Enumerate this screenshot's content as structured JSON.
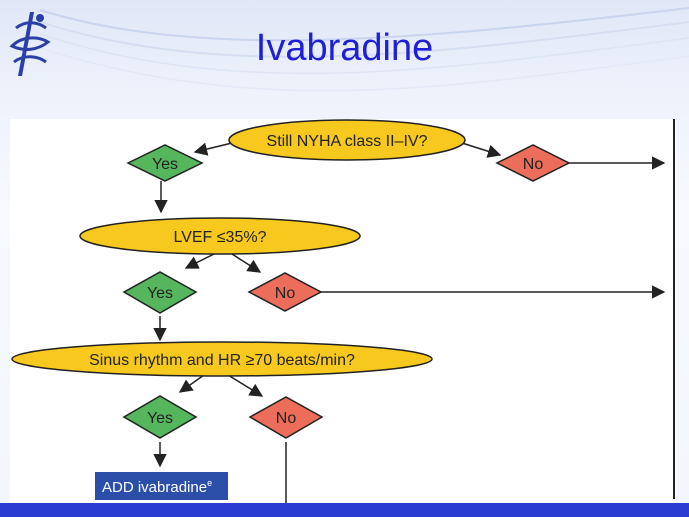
{
  "slide": {
    "title": "Ivabradine"
  },
  "flowchart": {
    "q1": "Still NYHA class II–IV?",
    "q1_yes": "Yes",
    "q1_no": "No",
    "q2": "LVEF ≤35%?",
    "q2_yes": "Yes",
    "q2_no": "No",
    "q3": "Sinus rhythm and HR ≥70 beats/min?",
    "q3_yes": "Yes",
    "q3_no": "No",
    "action": "ADD ivabradine",
    "action_sup": "e"
  },
  "colors": {
    "question_fill": "#f7c81e",
    "yes_fill": "#56b65e",
    "no_fill": "#ec6e5a",
    "action_fill": "#2b4fa8",
    "title_color": "#1f1fd6",
    "bottom_bar": "#2a3cd1"
  }
}
